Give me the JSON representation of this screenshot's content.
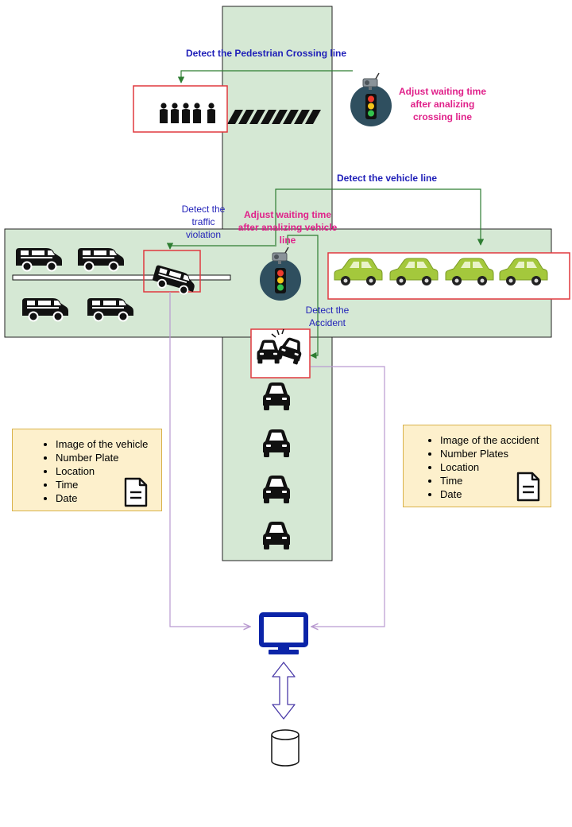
{
  "labels": {
    "detect_crossing": "Detect the Pedestrian Crossing line",
    "adjust_crossing": [
      "Adjust waiting time",
      "after analizing",
      "crossing line"
    ],
    "detect_vehicle_line": "Detect the vehicle line",
    "detect_violation": [
      "Detect the",
      "traffic",
      "violation"
    ],
    "adjust_vehicle": [
      "Adjust waiting time",
      "after analizing vehicle",
      "line"
    ],
    "detect_accident": [
      "Detect the",
      "Accident"
    ]
  },
  "violation_info": [
    "Image of the vehicle",
    "Number Plate",
    "Location",
    "Time",
    "Date"
  ],
  "accident_info": [
    "Image of the accident",
    "Number Plates",
    "Location",
    "Time",
    "Date"
  ],
  "icons": {
    "pedestrians": "pedestrian-group-icon",
    "crosswalk": "zebra-crossing-icon",
    "traffic_light": "traffic-light-camera-icon",
    "rv": "rv-van-icon",
    "car": "green-car-icon",
    "black_car": "car-front-icon",
    "crash": "car-crash-icon",
    "document": "document-icon",
    "monitor": "monitor-icon",
    "database": "database-icon"
  },
  "colors": {
    "road": "#d5e8d4",
    "highlight_box": "#e0383e",
    "flow_arrow": "#2e7d32",
    "data_arrow": "#b99ad0",
    "monitor": "#0b24a8",
    "info_box": "#fdf0cc",
    "label_blue": "#1f1fb8",
    "label_pink": "#e0218a",
    "car_green": "#a4c83c"
  }
}
